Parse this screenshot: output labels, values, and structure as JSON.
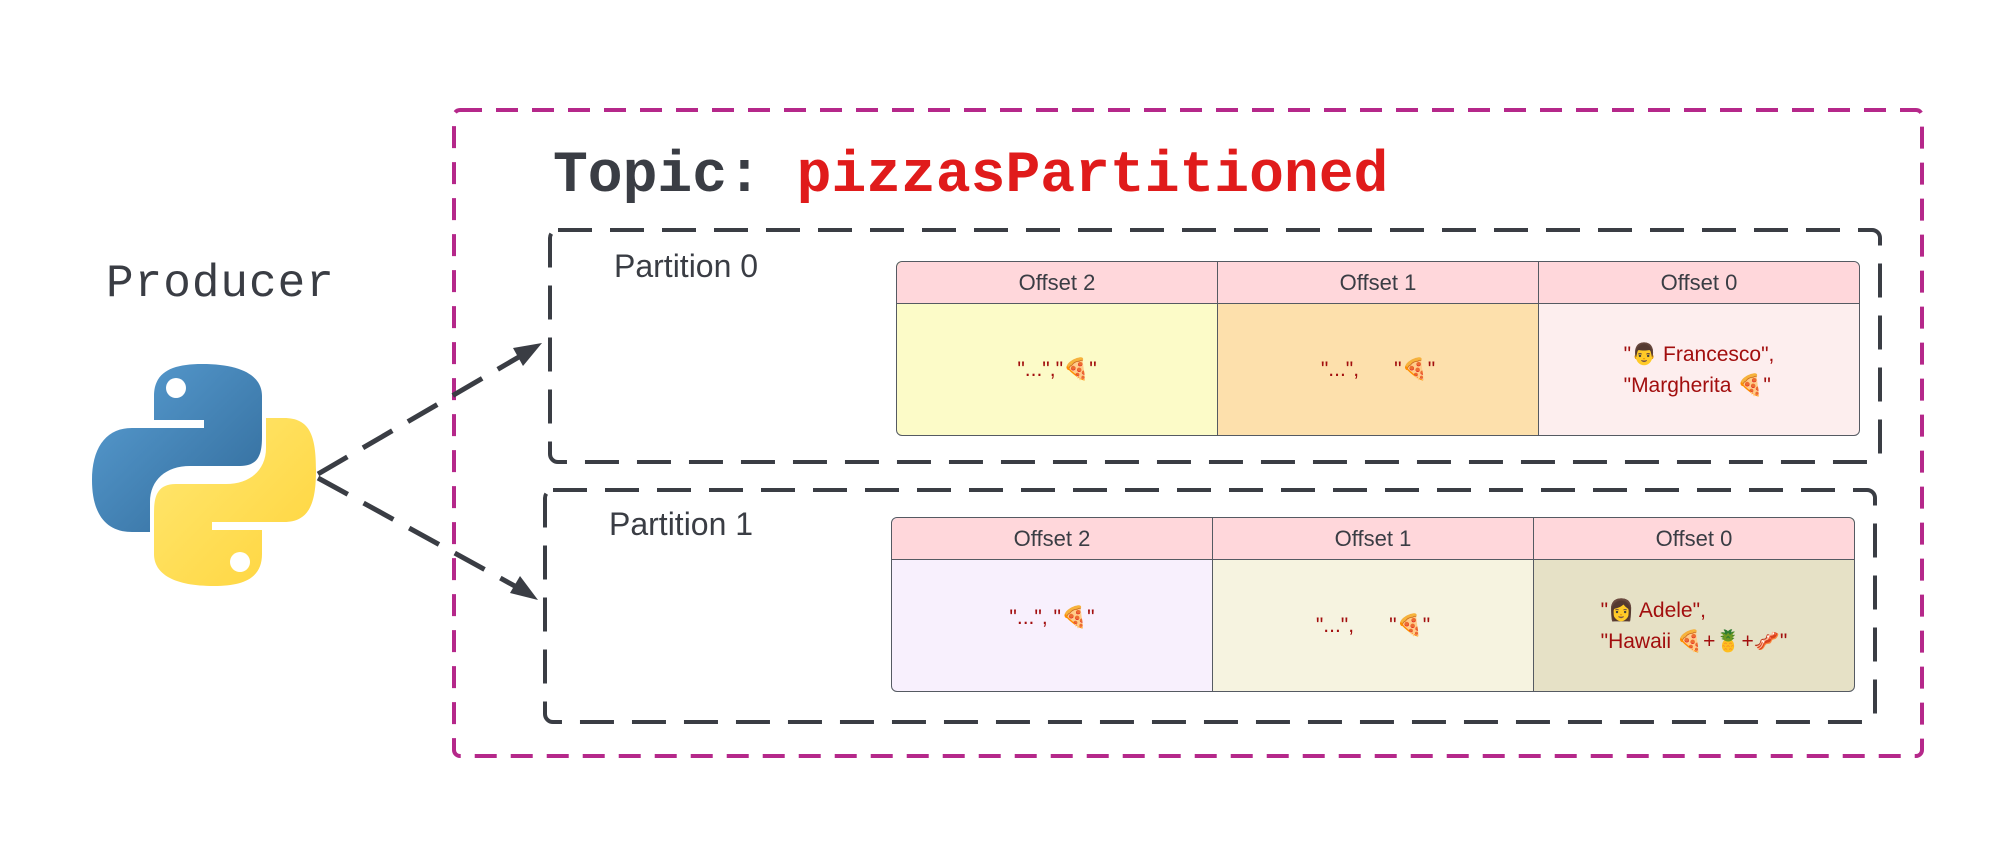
{
  "producer": {
    "label": "Producer",
    "logo": "python-logo-icon"
  },
  "topic": {
    "prefix": "Topic: ",
    "name": "pizzasPartitioned"
  },
  "partitions": [
    {
      "label": "Partition 0",
      "cells": [
        {
          "header": "Offset 2",
          "lines": [
            "\"...\",\"🍕\""
          ]
        },
        {
          "header": "Offset 1",
          "lines": [
            "\"...\",      \"🍕\""
          ]
        },
        {
          "header": "Offset 0",
          "lines": [
            "\"👨 Francesco\",",
            "\"Margherita 🍕\""
          ]
        }
      ]
    },
    {
      "label": "Partition 1",
      "cells": [
        {
          "header": "Offset 2",
          "lines": [
            "\"...\", \"🍕\""
          ]
        },
        {
          "header": "Offset 1",
          "lines": [
            "\"...\",      \"🍕\""
          ]
        },
        {
          "header": "Offset 0",
          "lines": [
            "\"👩 Adele\",",
            "\"Hawaii 🍕+🍍+🥓\""
          ]
        }
      ]
    }
  ],
  "colors": {
    "topic_border": "#b5288a",
    "partition_border": "#3a3d44",
    "header_bg": "#ffd7db",
    "cell_bg_p0": [
      "#fcfbc8",
      "#fde0ac",
      "#fdeeee"
    ],
    "cell_bg_p1": [
      "#f8f0fd",
      "#f6f3e0",
      "#e6e1c6"
    ],
    "text_red": "#a20e0e",
    "topic_name": "#e01b1b"
  }
}
